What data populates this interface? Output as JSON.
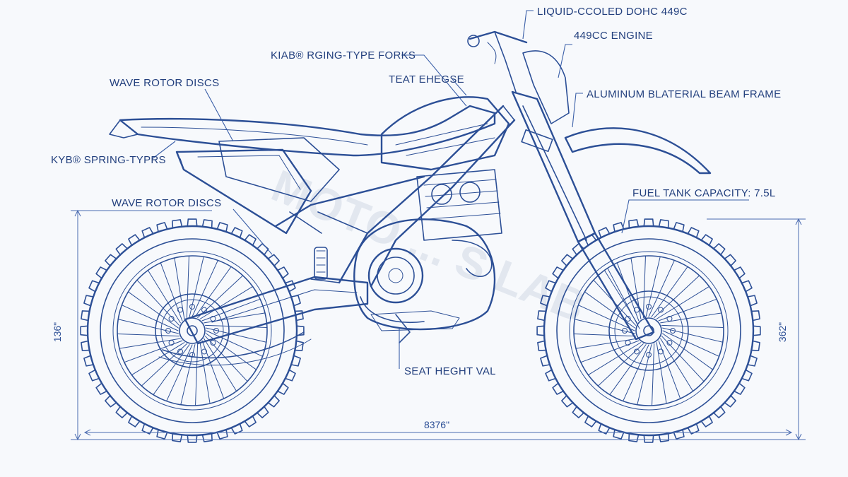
{
  "diagram": {
    "annotations": {
      "engine_top": "LIQUID-CCOLED DOHC 449C",
      "engine_size": "449CC ENGINE",
      "forks": "KIAB® RGING-TYPE FORKS",
      "seat_top": "TEAT EHEGSE",
      "frame": "ALUMINUM BLATERIAL BEAM FRAME",
      "rotor_upper": "WAVE ROTOR DISCS",
      "rear_spring": "KYB® SPRING-TYPRS",
      "rotor_lower": "WAVE ROTOR DISCS",
      "fuel_tank": "FUEL TANK CAPACITY: 7.5L",
      "seat_height": "SEAT HEGHT VAL"
    },
    "dimensions": {
      "left_height": "136\"",
      "right_height": "362\"",
      "wheelbase": "8376\""
    },
    "watermark": "MOTO ... S LAB",
    "colors": {
      "ink": "#2c4f96",
      "paper": "#f7f9fc"
    }
  }
}
